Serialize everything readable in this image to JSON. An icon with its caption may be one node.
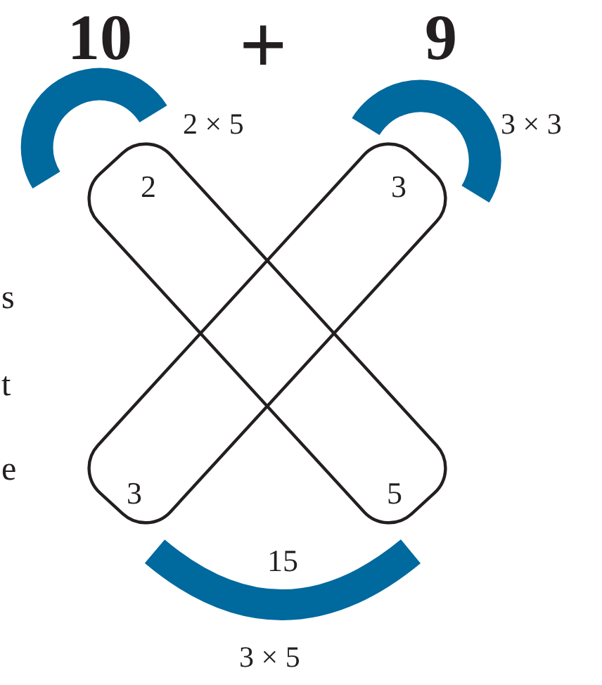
{
  "diagram": {
    "nodes": [
      {
        "text": [
          "2",
          "5"
        ]
      },
      {
        "text": [
          "3",
          "3"
        ]
      }
    ],
    "labels": [
      "10",
      "+",
      "9",
      "2 × 5",
      "3 × 3",
      "s",
      "t",
      "e",
      "15",
      "3 × 5"
    ]
  }
}
